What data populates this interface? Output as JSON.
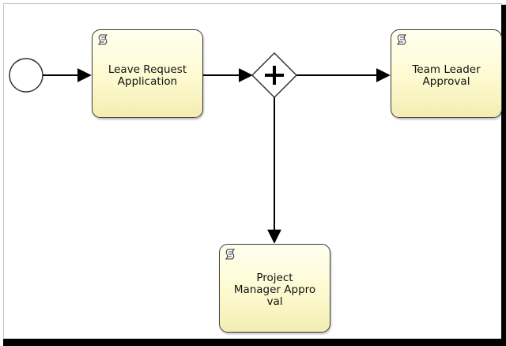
{
  "diagram": {
    "tasks": {
      "leave_request": {
        "label": "Leave Request\nApplication",
        "icon": "script-icon"
      },
      "team_leader": {
        "label": "Team Leader\nApproval",
        "icon": "script-icon"
      },
      "project_manager": {
        "label": "Project\nManager Appro\nval",
        "icon": "script-icon"
      }
    },
    "start_event": {
      "icon": "start-event-circle"
    },
    "gateway": {
      "type": "parallel",
      "icon": "plus-icon"
    },
    "colors": {
      "task_fill": "#fdfad0",
      "task_border": "#3c3c3c",
      "edge": "#000000"
    }
  }
}
